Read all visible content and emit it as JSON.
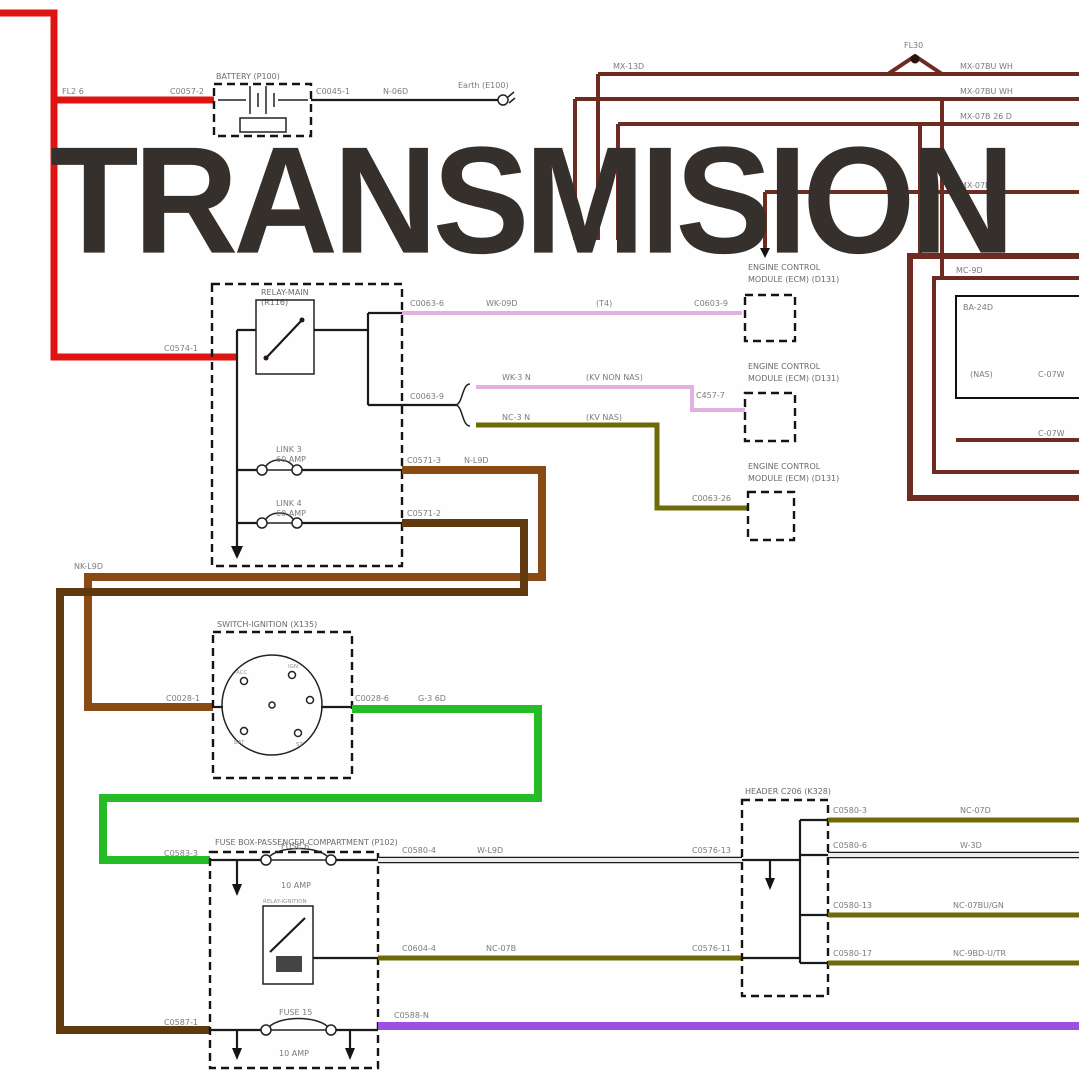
{
  "title": "TRANSMISION",
  "colors": {
    "red": "#e01313",
    "brown": "#8a4a14",
    "darkbrown": "#5e3a0e",
    "green": "#25bd25",
    "purple": "#9d4fe0",
    "pink": "#e3b0e3",
    "olive": "#6f6a08",
    "maroon": "#6e2b22",
    "graywire": "#ececec",
    "title": "#35302b"
  },
  "battery": {
    "name": "BATTERY (P100)",
    "fuse_label": "FL2 6",
    "conn_left": "C0057-2",
    "conn_right": "C0045-1",
    "wire_out": "N-06D",
    "earth": "Earth (E100)"
  },
  "top_right": {
    "junction": "FL30",
    "left_label": "MX-13D",
    "wires": [
      "MX-07BU WH",
      "MX-07BU WH",
      "MX-07B 26 D"
    ],
    "mid_label": "MX-07D",
    "inner_label": "MC-9D",
    "box_label": "BA-24D",
    "variant": "(NAS)",
    "edge_label_1": "C-07W",
    "edge_label_2": "C-07W"
  },
  "relay_main": {
    "name_line1": "RELAY-MAIN",
    "name_line2": "(R116)",
    "conn_left": "C0574-1",
    "out1": {
      "conn": "C0063-6",
      "wire": "WK-09D",
      "note": "(T4)",
      "to_conn": "C0603-9"
    },
    "out2": {
      "conn": "C0063-9",
      "branch_a": {
        "wire": "WK-3 N",
        "note": "(KV NON NAS)",
        "to_conn": "C457-7"
      },
      "branch_b": {
        "wire": "NC-3 N",
        "note": "(KV NAS)",
        "to_conn": "C0063-26"
      }
    },
    "link3": {
      "name": "LINK 3",
      "rating": "60 AMP",
      "conn": "C0571-3",
      "wire": "N-L9D"
    },
    "link4": {
      "name": "LINK 4",
      "rating": "60 AMP",
      "conn": "C0571-2",
      "wire": "NK-L9D"
    }
  },
  "ecm": {
    "line1": "ENGINE CONTROL",
    "line2": "MODULE (ECM) (D131)"
  },
  "ignition": {
    "name": "SWITCH-IGNITION (X135)",
    "conn_left": "C0028-1",
    "conn_right": "C0028-6",
    "wire": "G-3 6D",
    "terminals": [
      "ACC",
      "IGN",
      "BAT",
      "ST"
    ]
  },
  "fusebox": {
    "name": "FUSE BOX-PASSENGER COMPARTMENT (P102)",
    "conn_in_top": "C0583-3",
    "fuse6": {
      "name": "FUSE 6",
      "rating": "10 AMP",
      "conn": "C0580-4",
      "wire": "W-L9D",
      "to_conn": "C0576-13"
    },
    "relay": {
      "name": "RELAY-IGNITION",
      "conn": "C0604-4",
      "wire": "NC-07B",
      "to_conn": "C0576-11"
    },
    "conn_in_bottom": "C0587-1",
    "fuse15": {
      "name": "FUSE 15",
      "rating": "10 AMP",
      "conn": "C0588-N"
    }
  },
  "header": {
    "name": "HEADER C206 (K328)",
    "outputs": [
      {
        "conn": "C0580-3",
        "wire": "NC-07D"
      },
      {
        "conn": "C0580-6",
        "wire": "W-3D"
      },
      {
        "conn": "C0580-13",
        "wire": "NC-07BU/GN"
      },
      {
        "conn": "C0580-17",
        "wire": "NC-9BD-U/TR"
      }
    ]
  }
}
